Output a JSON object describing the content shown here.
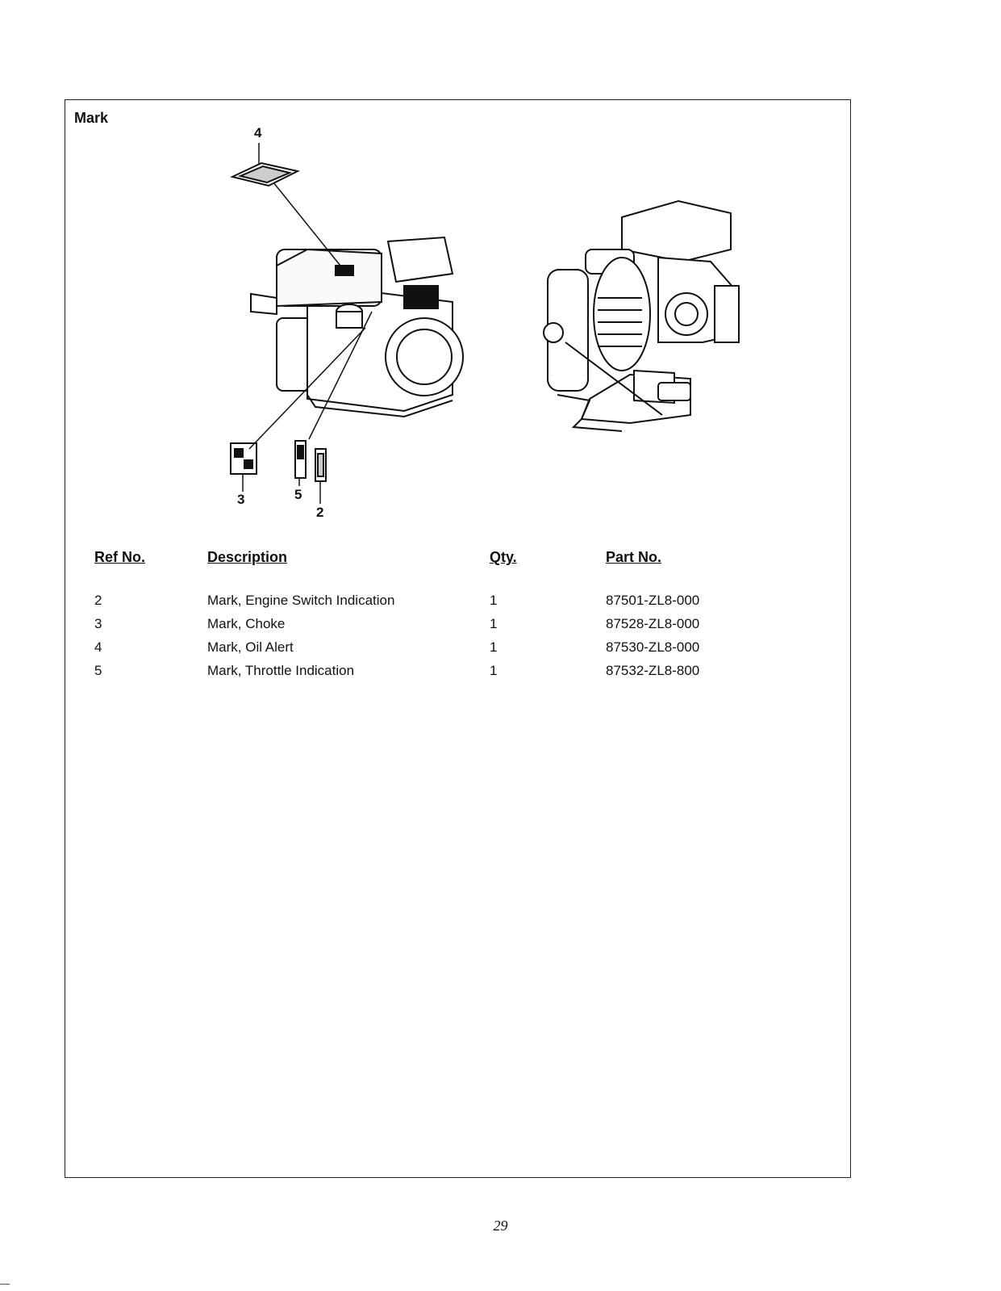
{
  "section": {
    "title": "Mark"
  },
  "diagram": {
    "callouts": [
      "4",
      "3",
      "5",
      "2"
    ]
  },
  "table": {
    "headers": {
      "ref": "Ref No.",
      "desc": "Description",
      "qty": "Qty.",
      "part": "Part No."
    },
    "rows": [
      {
        "ref": "2",
        "desc": "Mark, Engine Switch Indication",
        "qty": "1",
        "part": "87501-ZL8-000"
      },
      {
        "ref": "3",
        "desc": "Mark, Choke",
        "qty": "1",
        "part": "87528-ZL8-000"
      },
      {
        "ref": "4",
        "desc": "Mark, Oil Alert",
        "qty": "1",
        "part": "87530-ZL8-000"
      },
      {
        "ref": "5",
        "desc": "Mark, Throttle Indication",
        "qty": "1",
        "part": "87532-ZL8-800"
      }
    ]
  },
  "page": {
    "number": "29"
  }
}
